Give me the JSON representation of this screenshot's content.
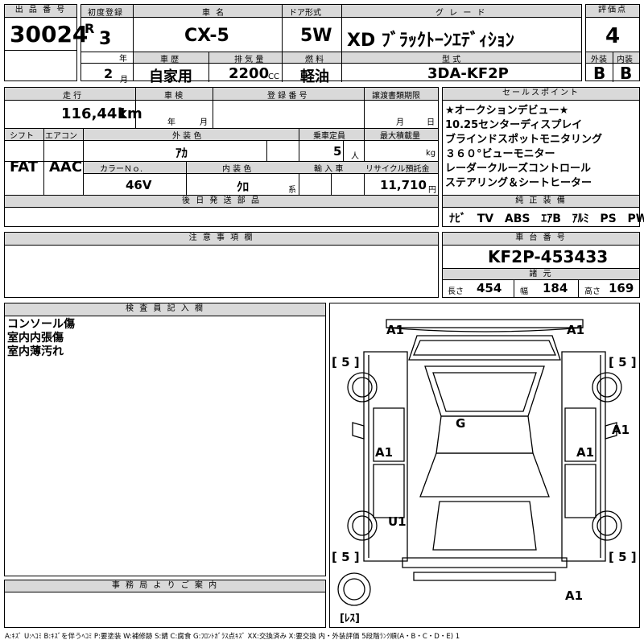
{
  "labels": {
    "lot_no": "出 品 番 号",
    "first_reg": "初度登録",
    "car_name": "車 名",
    "door": "ドア形式",
    "grade": "グ レ ー ド",
    "score": "評価点",
    "history": "車 歴",
    "displacement": "排 気 量",
    "fuel": "燃 料",
    "model": "型 式",
    "exterior": "外装",
    "interior": "内装",
    "year_unit": "年",
    "month_unit": "月",
    "cc_unit": "CC",
    "mileage": "走 行",
    "inspection": "車 検",
    "reg_no": "登 録 番 号",
    "transfer_due": "譲渡書類期限",
    "sales_point": "セールスポイント",
    "shift": "シフト",
    "aircon": "エアコン",
    "ext_color": "外 装 色",
    "capacity": "乗車定員",
    "max_load": "最大積載量",
    "color_no": "カラーＮｏ.",
    "int_color": "内 装 色",
    "import": "輸 入 車",
    "recycle": "リサイクル預託金",
    "km_unit": "km",
    "person_unit": "人",
    "kg_unit": "kg",
    "yen_unit": "円",
    "kei_unit": "系",
    "later_parts": "後 日 発 送 部 品",
    "genuine_equip": "純 正 装 備",
    "notes": "注 意 事 項 欄",
    "chassis_no": "車 台 番 号",
    "specs": "諸 元",
    "length": "長さ",
    "width": "幅",
    "height": "高さ",
    "inspector": "検 査 員 記 入 欄",
    "office": "事 務 局 よ り ご 案 内"
  },
  "values": {
    "lot_no": "30024",
    "era": "R",
    "year": "3",
    "month": "2",
    "car_name": "CX-5",
    "door": "5W",
    "grade": "XD ﾌﾞﾗｯｸﾄｰﾝｴﾃﾞｨｼｮﾝ",
    "score": "4",
    "history": "自家用",
    "displacement": "2200",
    "fuel": "軽油",
    "model": "3DA-KF2P",
    "exterior_grade": "B",
    "interior_grade": "B",
    "mileage": "116,441",
    "inspection_year": "年",
    "inspection_month": "月",
    "transfer_month": "月",
    "transfer_day": "日",
    "shift": "FAT",
    "aircon": "AAC",
    "ext_color": "ｱｶ",
    "capacity": "5",
    "color_no": "46V",
    "int_color": "ｸﾛ",
    "recycle": "11,710",
    "chassis_no": "KF2P-453433",
    "length": "454",
    "width": "184",
    "height": "169"
  },
  "sales_points": [
    "★オークションデビュー★",
    "10.25センターディスプレイ",
    "ブラインドスポットモニタリング",
    "３６０°ビューモニター",
    "レーダークルーズコントロール",
    "ステアリング＆シートヒーター"
  ],
  "equipment": [
    "ﾅﾋﾞ",
    "TV",
    "ABS",
    "ｴｱB",
    "ｱﾙﾐ",
    "PS",
    "PW"
  ],
  "inspector_notes": [
    "コンソール傷",
    "室内内張傷",
    "室内薄汚れ"
  ],
  "diagram_marks": {
    "front_left": "A1",
    "front_right": "A1",
    "tire_fl": "[ 5 ]",
    "tire_fr": "[ 5 ]",
    "tire_rl": "[ 5 ]",
    "tire_rr": "[ 5 ]",
    "roof": "G",
    "door_left": "A1",
    "door_right": "A1",
    "right_side": "A1",
    "rear_left": "U1",
    "rear": "A1",
    "spare": "[ﾚｽ]"
  },
  "legend": "A:ｷｽﾞ U:ﾍｺﾐ B:ｷｽﾞを伴うﾍｺﾐ P:要塗装 W:補修跡 S:錆 C:腐食 G:ﾌﾛﾝﾄｶﾞﾗｽ点ｷｽﾞ XX:交換済み X:要交換 内・外装評価 5段階ﾗﾝｸ順(A・B・C・D・E) 1"
}
